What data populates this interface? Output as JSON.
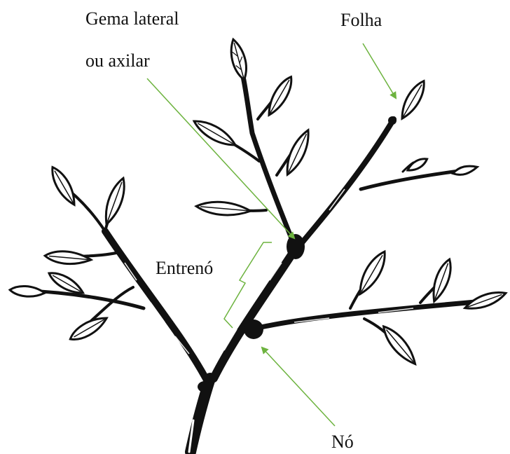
{
  "labels": {
    "gema_line1": "Gema lateral",
    "gema_line2": "ou axilar",
    "folha": "Folha",
    "entreno": "Entrenó",
    "no": "Nó"
  },
  "colors": {
    "annotation": "#6db33f",
    "ink": "#111111",
    "background": "#ffffff"
  }
}
